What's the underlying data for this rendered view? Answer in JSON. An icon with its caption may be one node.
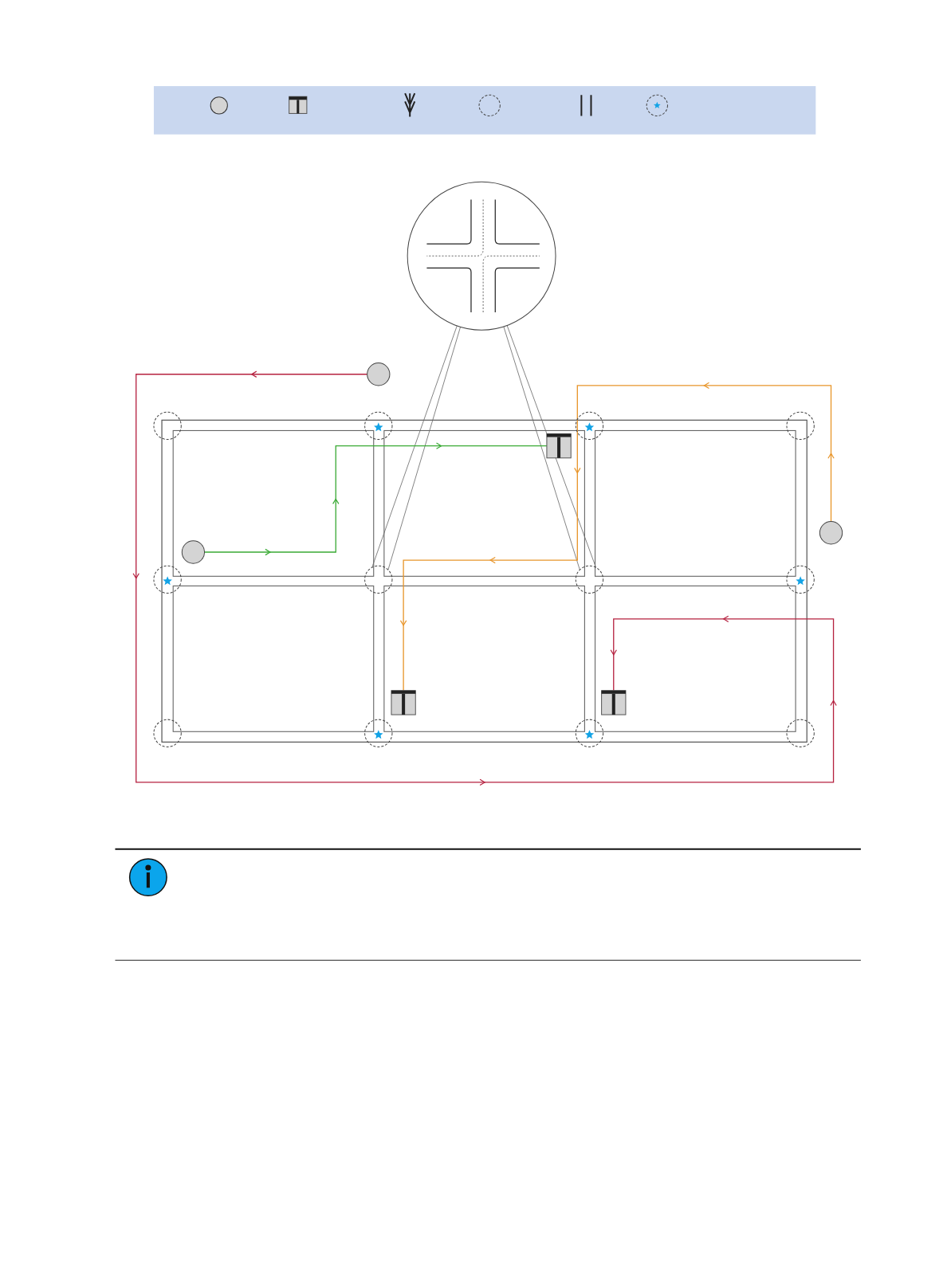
{
  "diagram": {
    "nodes": [
      {
        "text": [],
        "shape": "picture"
      },
      {
        "text": [],
        "shape": "circle"
      },
      {
        "text": [],
        "shape": "circle"
      },
      {
        "text": [],
        "shape": "circle"
      },
      {
        "text": [],
        "shape": "circle"
      },
      {
        "text": [],
        "shape": "circle"
      },
      {
        "text": [],
        "shape": "box"
      },
      {
        "text": [],
        "shape": "circle"
      },
      {
        "text": [],
        "shape": "circle"
      },
      {
        "text": [],
        "shape": "circle"
      },
      {
        "text": [],
        "shape": "circle"
      },
      {
        "text": [],
        "shape": "circle"
      },
      {
        "text": [],
        "shape": "circle"
      },
      {
        "text": [],
        "shape": "box"
      },
      {
        "text": [],
        "shape": "box"
      },
      {
        "text": [],
        "shape": "circle"
      },
      {
        "text": [],
        "shape": "circle"
      },
      {
        "text": [],
        "shape": "circle"
      },
      {
        "text": [],
        "shape": "circle"
      }
    ],
    "edges": [
      {
        "from": 0,
        "to": 10,
        "arrow": "none"
      },
      {
        "from": 0,
        "to": 10,
        "arrow": "none"
      },
      {
        "from": 0,
        "to": 11,
        "arrow": "none"
      },
      {
        "from": 0,
        "to": 11,
        "arrow": "none"
      },
      {
        "from": 8,
        "to": 6,
        "arrow": "to",
        "color": "#3aaa35"
      },
      {
        "from": 7,
        "to": 13,
        "arrow": "to",
        "color": "#e8952a"
      },
      {
        "from": 1,
        "to": 14,
        "arrow": "to",
        "color": "#b5213f"
      }
    ]
  }
}
